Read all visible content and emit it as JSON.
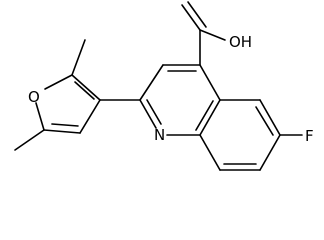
{
  "diagram": {
    "type": "structural-formula",
    "colors": {
      "ink": "#000000",
      "background": "#ffffff"
    },
    "atom_labels": {
      "furan_oxygen": "O",
      "hydroxyl": "OH",
      "quinoline_nitrogen": "N",
      "fluorine": "F"
    }
  }
}
